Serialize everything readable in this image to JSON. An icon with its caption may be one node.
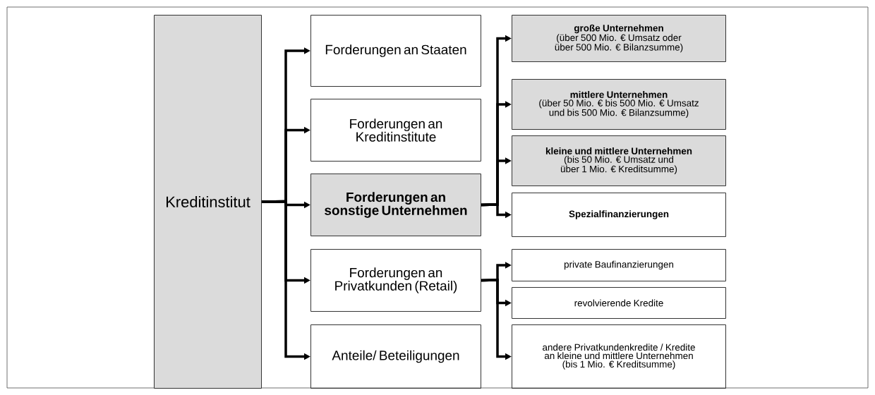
{
  "diagram": {
    "nodes": [
      {
        "text": [
          "Kreditinstitut"
        ]
      },
      {
        "text": [
          "Forderungen an Staaten"
        ]
      },
      {
        "text": [
          "Forderungen an Kreditinstitute"
        ]
      },
      {
        "text": [
          "Forderungen an sonstige Unternehmen"
        ]
      },
      {
        "text": [
          "Forderungen an Privatkunden (Retail)"
        ]
      },
      {
        "text": [
          "Anteile/ Beteiligungen"
        ]
      },
      {
        "text": [
          "große Unternehmen",
          "(über 500 Mio. € Umsatz oder über 500 Mio. € Bilanzsumme)"
        ]
      },
      {
        "text": [
          "mittlere Unternehmen",
          "(über 50 Mio. € bis 500 Mio. € Umsatz und bis 500 Mio. € Bilanzsumme)"
        ]
      },
      {
        "text": [
          "kleine und mittlere Unternehmen",
          "(bis 50 Mio. € Umsatz und über 1 Mio. € Kreditsumme)"
        ]
      },
      {
        "text": [
          "Spezialfinanzierungen"
        ]
      },
      {
        "text": [
          "private Baufinanzierungen"
        ]
      },
      {
        "text": [
          "revolvierende Kredite"
        ]
      },
      {
        "text": [
          "andere Privatkundenkredite / Kredite an kleine und mittlere Unternehmen (bis 1 Mio. € Kreditsumme)"
        ]
      }
    ],
    "edges": [
      {
        "from": 0,
        "to": 1,
        "arrow": "to"
      },
      {
        "from": 0,
        "to": 2,
        "arrow": "to"
      },
      {
        "from": 0,
        "to": 3,
        "arrow": "to"
      },
      {
        "from": 0,
        "to": 4,
        "arrow": "to"
      },
      {
        "from": 0,
        "to": 5,
        "arrow": "to"
      },
      {
        "from": 3,
        "to": 6,
        "arrow": "to"
      },
      {
        "from": 3,
        "to": 7,
        "arrow": "to"
      },
      {
        "from": 3,
        "to": 8,
        "arrow": "to"
      },
      {
        "from": 3,
        "to": 9,
        "arrow": "to"
      },
      {
        "from": 4,
        "to": 10,
        "arrow": "to"
      },
      {
        "from": 4,
        "to": 11,
        "arrow": "to"
      },
      {
        "from": 4,
        "to": 12,
        "arrow": "to"
      }
    ]
  }
}
